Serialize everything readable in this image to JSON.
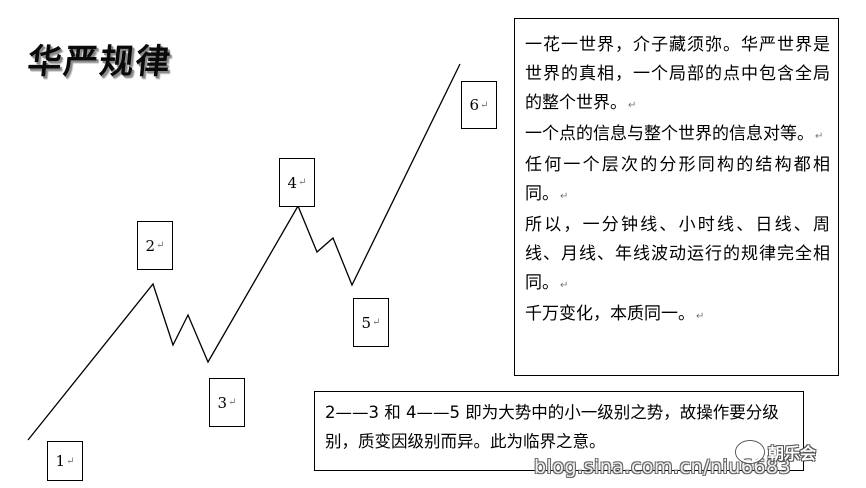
{
  "title": "华严规律",
  "points": [
    {
      "label": "1"
    },
    {
      "label": "2"
    },
    {
      "label": "3"
    },
    {
      "label": "4"
    },
    {
      "label": "5"
    },
    {
      "label": "6"
    }
  ],
  "return_mark": "↵",
  "textbox": {
    "paragraphs": [
      "一花一世界，介子藏须弥。华严世界是世界的真相，一个局部的点中包含全局的整个世界。",
      "一个点的信息与整个世界的信息对等。",
      "任何一个层次的分形同构的结构都相同。",
      "所以，一分钟线、小时线、日线、周线、月线、年线波动运行的规律完全相同。",
      "千万变化，本质同一。"
    ]
  },
  "note": {
    "text": "2——3 和 4——5 即为大势中的小一级别之势，故操作要分级别，质变因级别而异。此为临界之意。"
  },
  "watermark": {
    "blog": "blog.sina.com.cn/niu6683",
    "badge": "朝乐会"
  },
  "colors": {
    "line": "#000000",
    "border": "#000000",
    "background": "#ffffff"
  }
}
